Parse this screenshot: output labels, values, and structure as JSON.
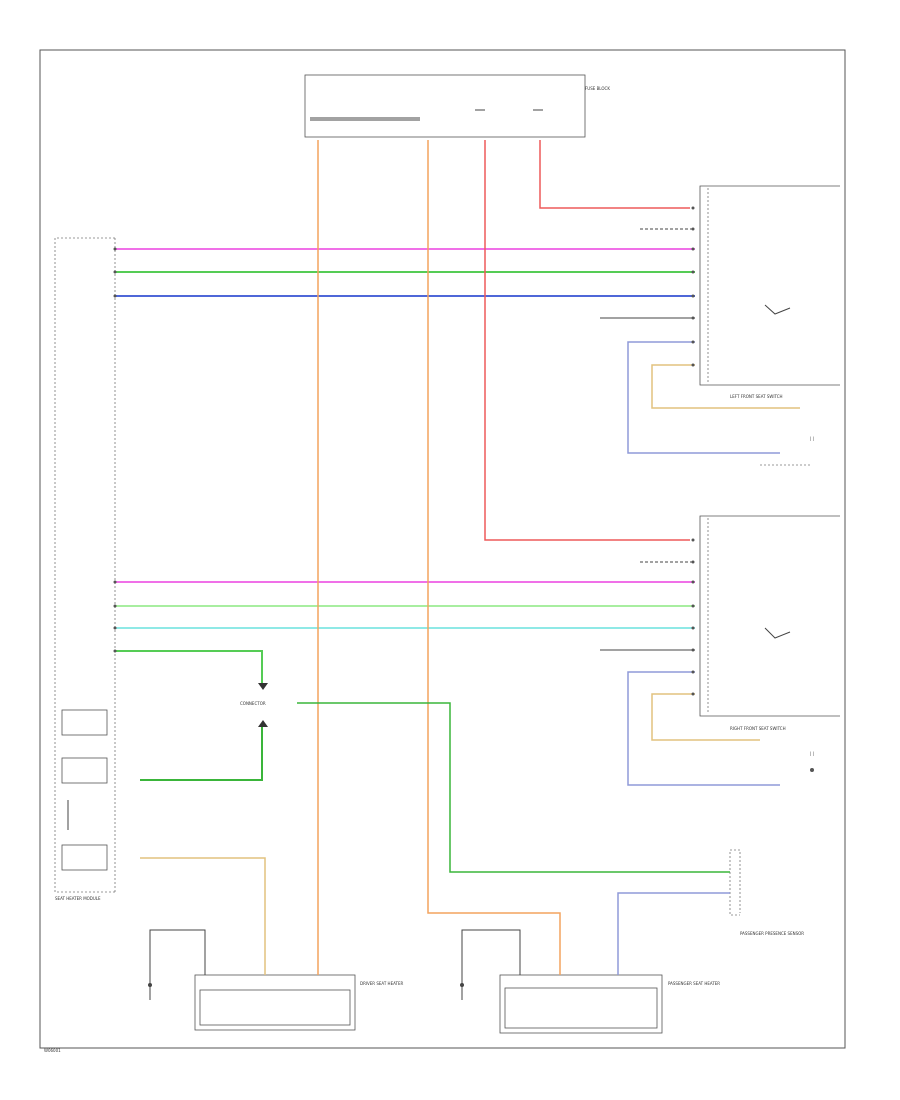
{
  "diagram_id": "W06001",
  "colors": {
    "pink": "#f070e8",
    "green": "#55cc55",
    "blue": "#4f67d8",
    "red": "#ee5a5a",
    "orange": "#f3a45f",
    "light_green": "#a8eea0",
    "cyan": "#8fe9e6",
    "tan": "#e2c27f",
    "lavender": "#8f9ad8",
    "dark_green": "#3ab53a",
    "frame": "#555555"
  },
  "modules": {
    "fuse_block": {
      "name": "FUSE BLOCK"
    },
    "left_seat_switch": {
      "name": "LEFT FRONT SEAT SWITCH"
    },
    "right_seat_switch": {
      "name": "RIGHT FRONT SEAT SWITCH"
    },
    "seat_module": {
      "name": "SEAT HEATER MODULE"
    },
    "driver_seat_heater": {
      "name": "DRIVER SEAT HEATER"
    },
    "passenger_seat_heater": {
      "name": "PASSENGER SEAT HEATER"
    },
    "connector": {
      "name": "CONNECTOR"
    },
    "pass_sensor": {
      "name": "PASSENGER PRESENCE SENSOR"
    }
  }
}
